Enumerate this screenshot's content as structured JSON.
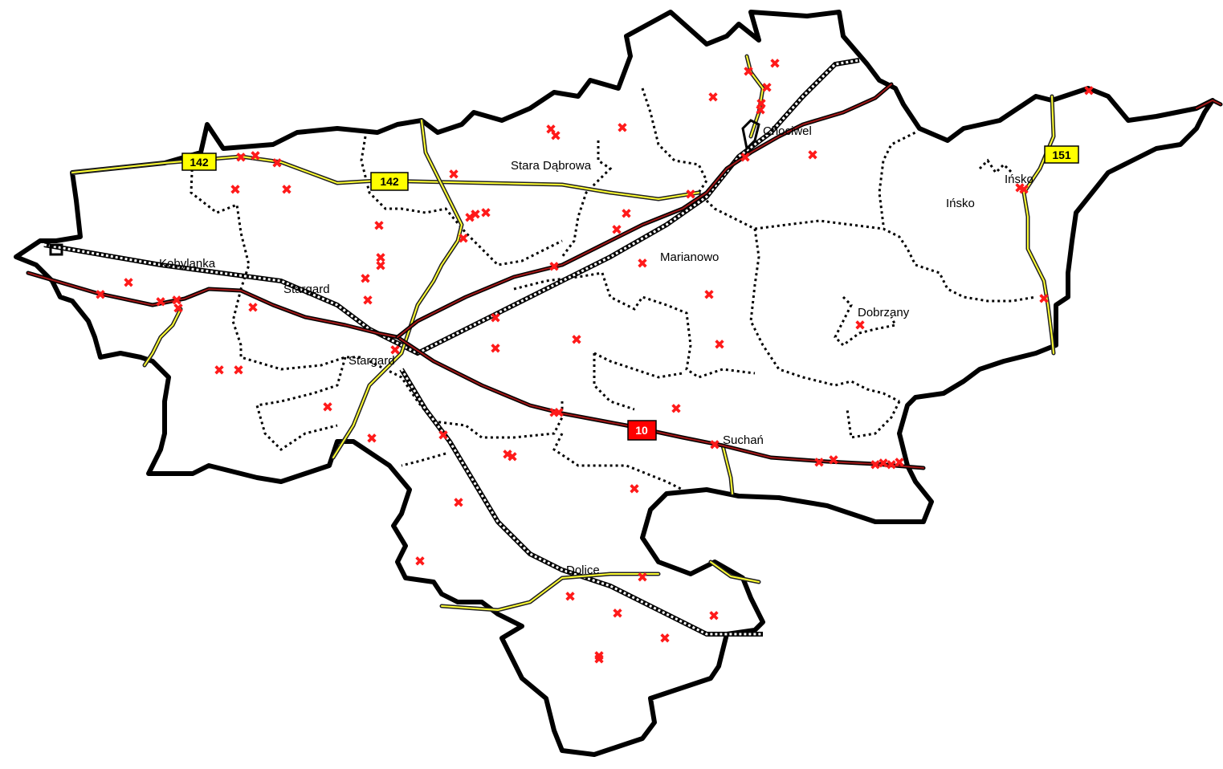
{
  "map": {
    "towns": [
      {
        "id": "kobylanka",
        "label": "Kobylanka"
      },
      {
        "id": "stargard-north",
        "label": "Stargard"
      },
      {
        "id": "stargard",
        "label": "Stargard"
      },
      {
        "id": "stara-dabrowa",
        "label": "Stara Dąbrowa"
      },
      {
        "id": "chociwel",
        "label": "Chociwel"
      },
      {
        "id": "marianowo",
        "label": "Marianowo"
      },
      {
        "id": "insko",
        "label": "Ińsko"
      },
      {
        "id": "insko-2",
        "label": "Ińsko"
      },
      {
        "id": "dobrzany",
        "label": "Dobrzany"
      },
      {
        "id": "suchan",
        "label": "Suchań"
      },
      {
        "id": "dolice",
        "label": "Dolice"
      }
    ],
    "road_shields": [
      {
        "id": "142-west",
        "label": "142",
        "color": "#ffff00",
        "text_color": "#000000"
      },
      {
        "id": "142-center",
        "label": "142",
        "color": "#ffff00",
        "text_color": "#000000"
      },
      {
        "id": "151",
        "label": "151",
        "color": "#ffff00",
        "text_color": "#000000"
      },
      {
        "id": "10",
        "label": "10",
        "color": "#ff0000",
        "text_color": "#ffffff"
      }
    ],
    "marker_symbol": "✖",
    "colors": {
      "border": "#000000",
      "national_road": "#8b0000",
      "regional_road": "#ffff00",
      "railway": "#000000",
      "marker": "#ff1a1a"
    }
  }
}
